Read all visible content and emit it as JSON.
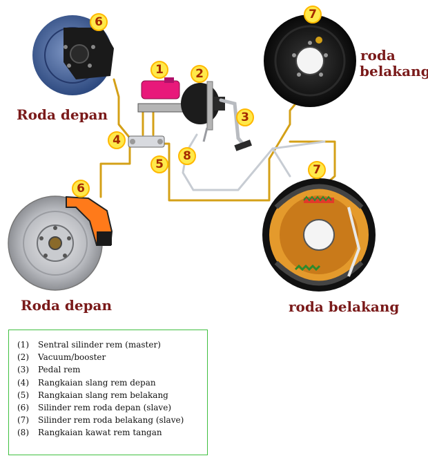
{
  "captions": {
    "front_top": "Roda depan",
    "front_bottom": "Roda depan",
    "rear_top_line1": "roda",
    "rear_top_line2": "belakang",
    "rear_bottom": "roda belakang"
  },
  "badges": [
    "1",
    "2",
    "3",
    "4",
    "5",
    "6",
    "6",
    "7",
    "7",
    "8"
  ],
  "legend": [
    {
      "num": "(1)",
      "text": "Sentral silinder rem (master)"
    },
    {
      "num": "(2)",
      "text": "Vacuum/booster"
    },
    {
      "num": "(3)",
      "text": "Pedal rem"
    },
    {
      "num": "(4)",
      "text": "Rangkaian slang rem depan"
    },
    {
      "num": "(5)",
      "text": "Rangkaian slang rem belakang"
    },
    {
      "num": "(6)",
      "text": "Silinder rem roda depan (slave)"
    },
    {
      "num": "(7)",
      "text": "Silinder rem roda belakang (slave)"
    },
    {
      "num": "(8)",
      "text": "Rangkaian kawat rem tangan"
    }
  ],
  "colors": {
    "caption": "#7a1a1a",
    "badge_fill": "#ffe94a",
    "badge_border": "#ffb800",
    "badge_text": "#a52a00",
    "brake_line": "#d4a017",
    "master_cylinder": "#e8197a",
    "caliper": "#ff7a1a",
    "legend_border": "#3fbf3f"
  }
}
